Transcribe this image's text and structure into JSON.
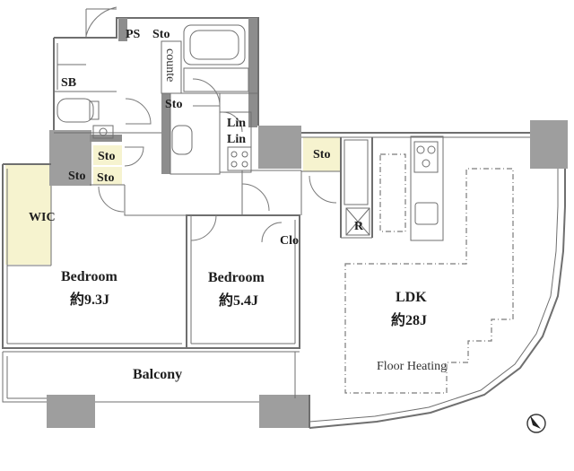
{
  "rooms": {
    "ps": "PS",
    "sto_top": "Sto",
    "counter": "counte",
    "sb": "SB",
    "sto_bath": "Sto",
    "lin1": "Lin",
    "lin2": "Lin",
    "sto_entry1": "Sto",
    "sto_entry2": "Sto",
    "sto_entry3": "Sto",
    "sto_hall": "Sto",
    "wic": "WIC",
    "clo": "Clo",
    "refrigerator": "R",
    "bedroom1_name": "Bedroom",
    "bedroom1_size": "約9.3J",
    "bedroom2_name": "Bedroom",
    "bedroom2_size": "約5.4J",
    "ldk_name": "LDK",
    "ldk_size": "約28J",
    "floor_heating": "Floor Heating",
    "balcony": "Balcony"
  },
  "colors": {
    "wic_fill": "#f6f3cf",
    "sto_fill": "#f6f3cf",
    "wall": "#8d8d8d"
  },
  "icons": [
    "north-arrow-icon",
    "bathtub-icon",
    "toilet-icon",
    "sink-icon",
    "stove-icon",
    "kitchen-sink-icon"
  ]
}
